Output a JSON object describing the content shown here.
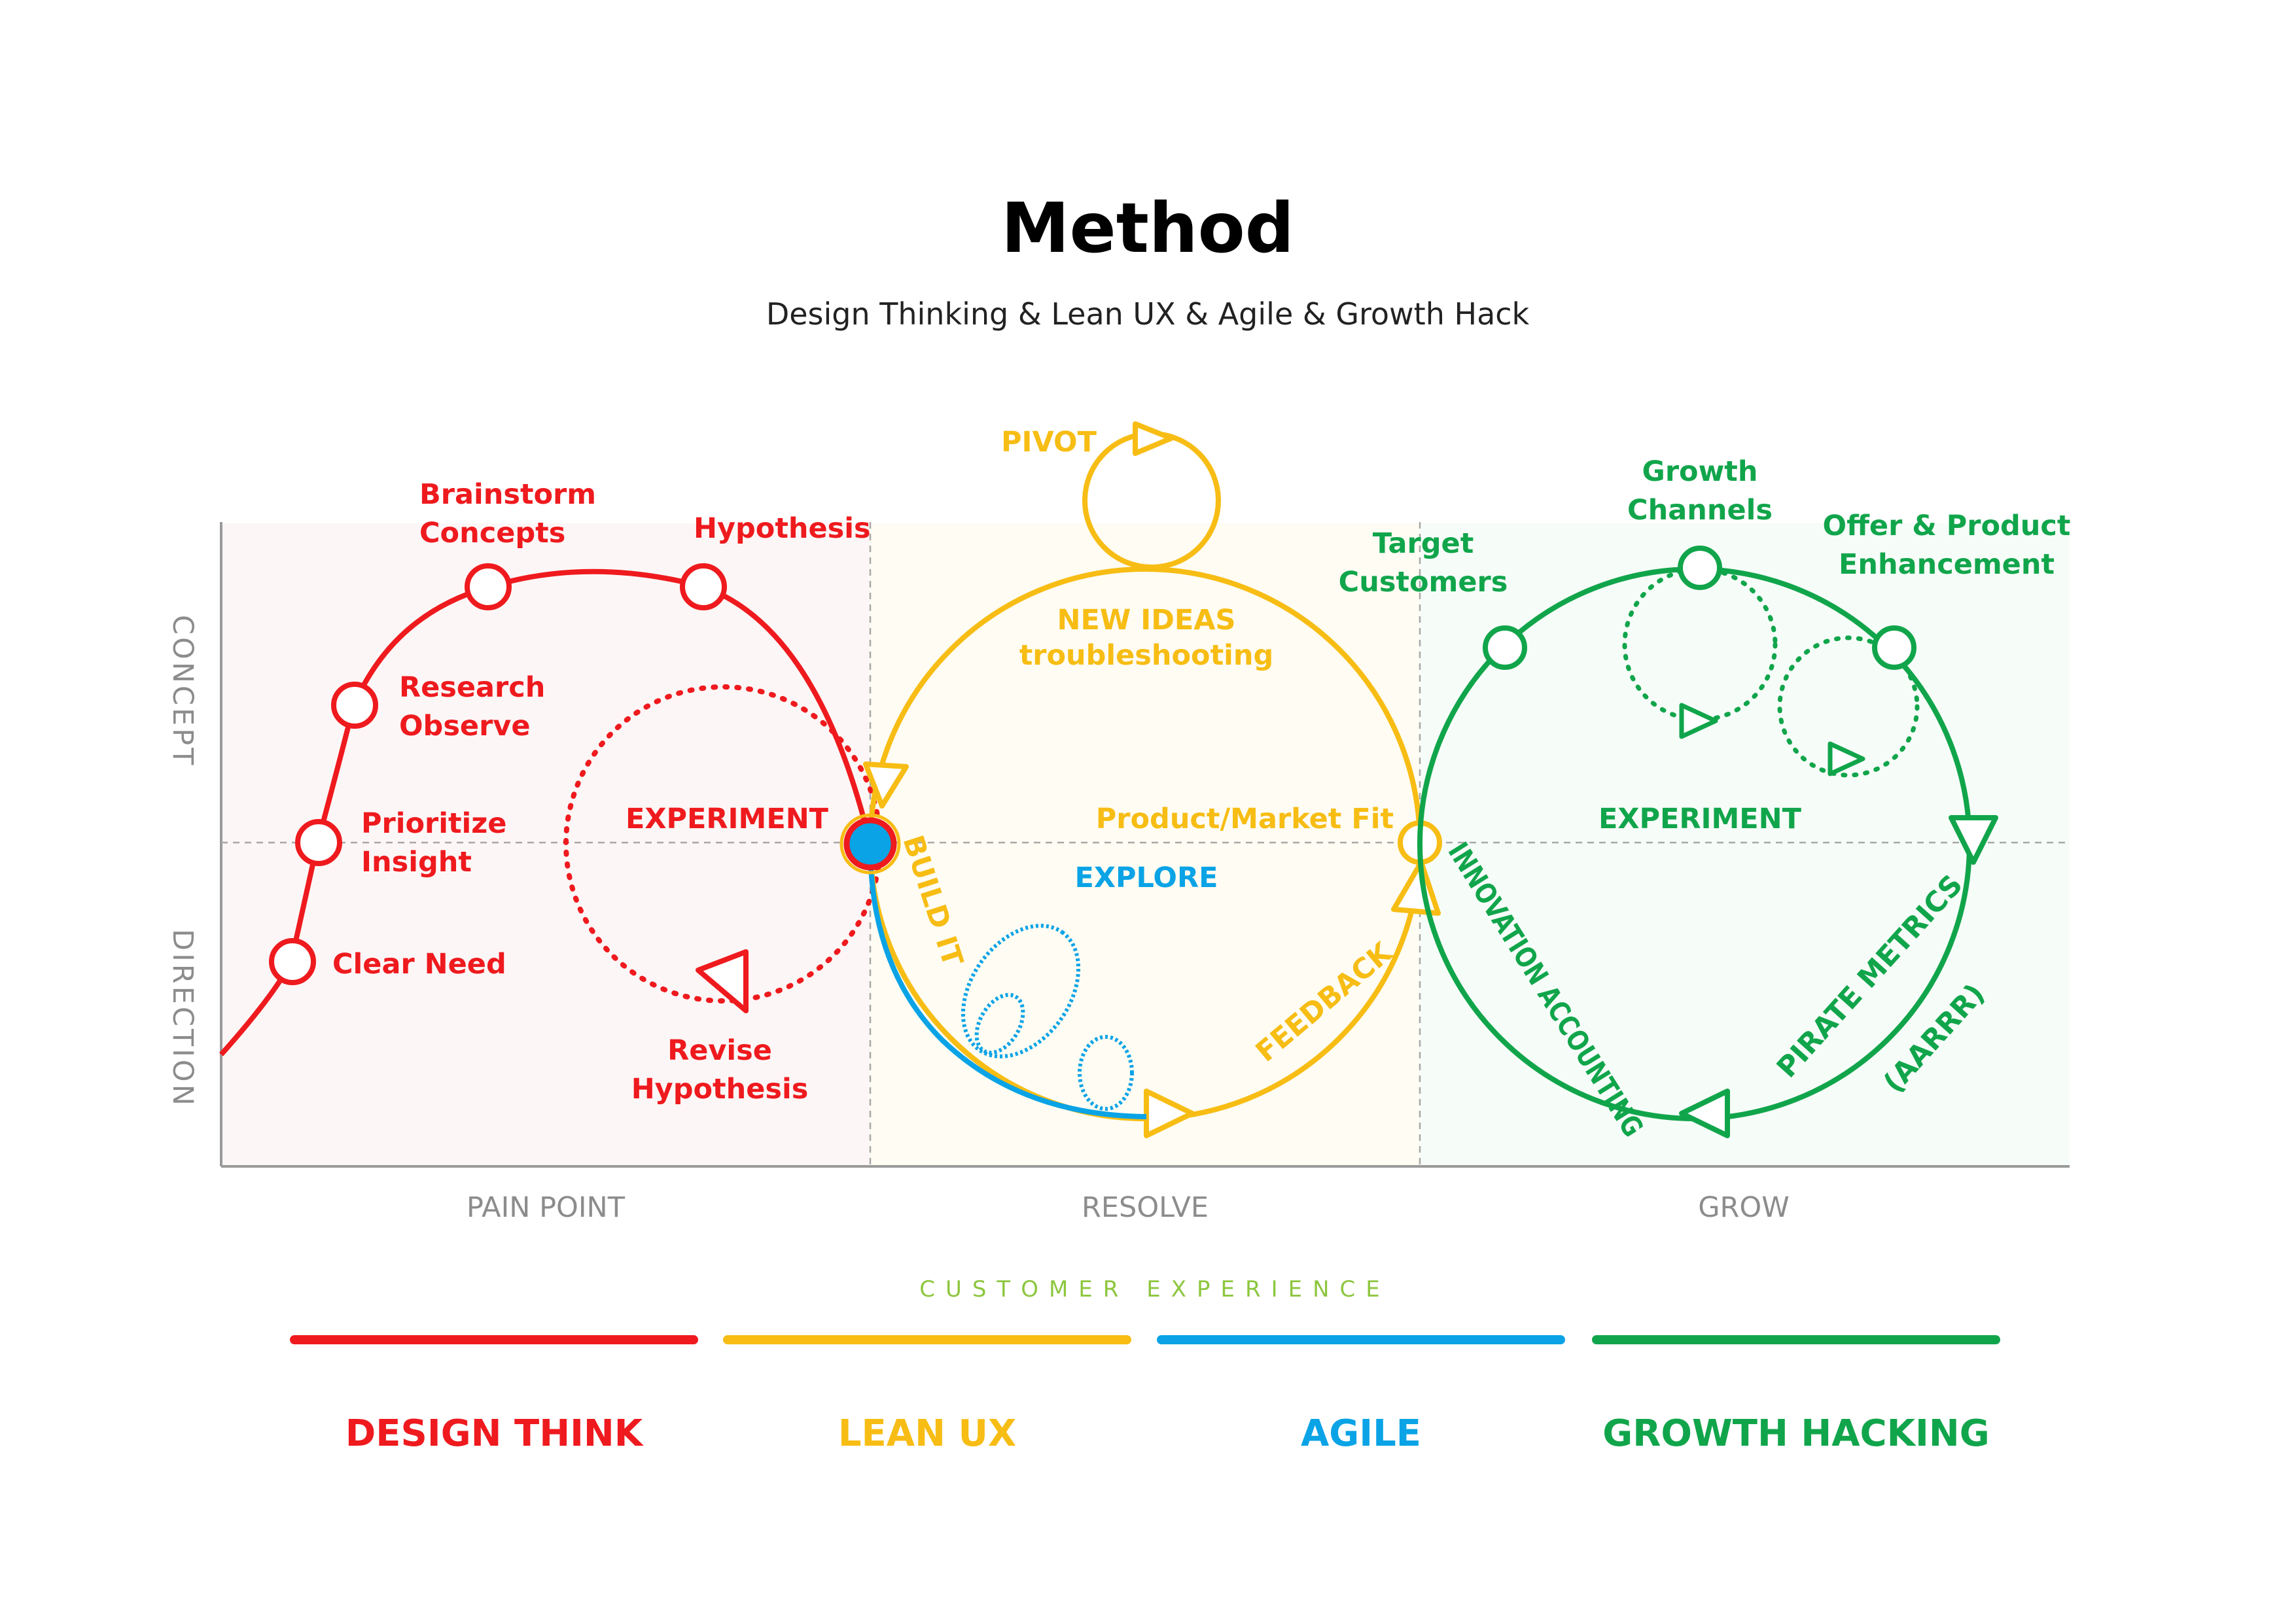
{
  "title": "Method",
  "subtitle": "Design Thinking & Lean UX & Agile & Growth Hack",
  "colors": {
    "design_think": "#ee1a1e",
    "lean_ux": "#f7bd14",
    "agile": "#0aa3e6",
    "growth_hacking": "#11a54b",
    "axis": "#8c8c8c"
  },
  "axes": {
    "y_top": "CONCEPT",
    "y_bottom": "DIRECTION",
    "x_sections": [
      "PAIN POINT",
      "RESOLVE",
      "GROW"
    ],
    "x_caption": "CUSTOMER EXPERIENCE"
  },
  "design_think": {
    "stages": {
      "clear_need": "Clear Need",
      "prioritize": [
        "Prioritize",
        "Insight"
      ],
      "research": [
        "Research",
        "Observe"
      ],
      "brainstorm": [
        "Brainstorm",
        "Concepts"
      ],
      "hypothesis": "Hypothesis"
    },
    "experiment": "EXPERIMENT",
    "revise": [
      "Revise",
      "Hypothesis"
    ]
  },
  "lean_ux": {
    "pivot": "PIVOT",
    "new_ideas": [
      "NEW IDEAS",
      "troubleshooting"
    ],
    "build_it": "BUILD IT",
    "feedback": "FEEDBACK",
    "product_market_fit": "Product/Market Fit"
  },
  "agile": {
    "explore": "EXPLORE"
  },
  "growth": {
    "target": [
      "Target",
      "Customers"
    ],
    "channels": [
      "Growth",
      "Channels"
    ],
    "offer": [
      "Offer & Product",
      "Enhancement"
    ],
    "experiment": "EXPERIMENT",
    "innovation": "INNOVATION ACCOUNTING",
    "pirate": "PIRATE METRICS",
    "aarrr": "(AARRR)"
  },
  "legend": [
    {
      "label": "DESIGN THINK",
      "color": "#ee1a1e"
    },
    {
      "label": "LEAN UX",
      "color": "#f7bd14"
    },
    {
      "label": "AGILE",
      "color": "#0aa3e6"
    },
    {
      "label": "GROWTH HACKING",
      "color": "#11a54b"
    }
  ]
}
